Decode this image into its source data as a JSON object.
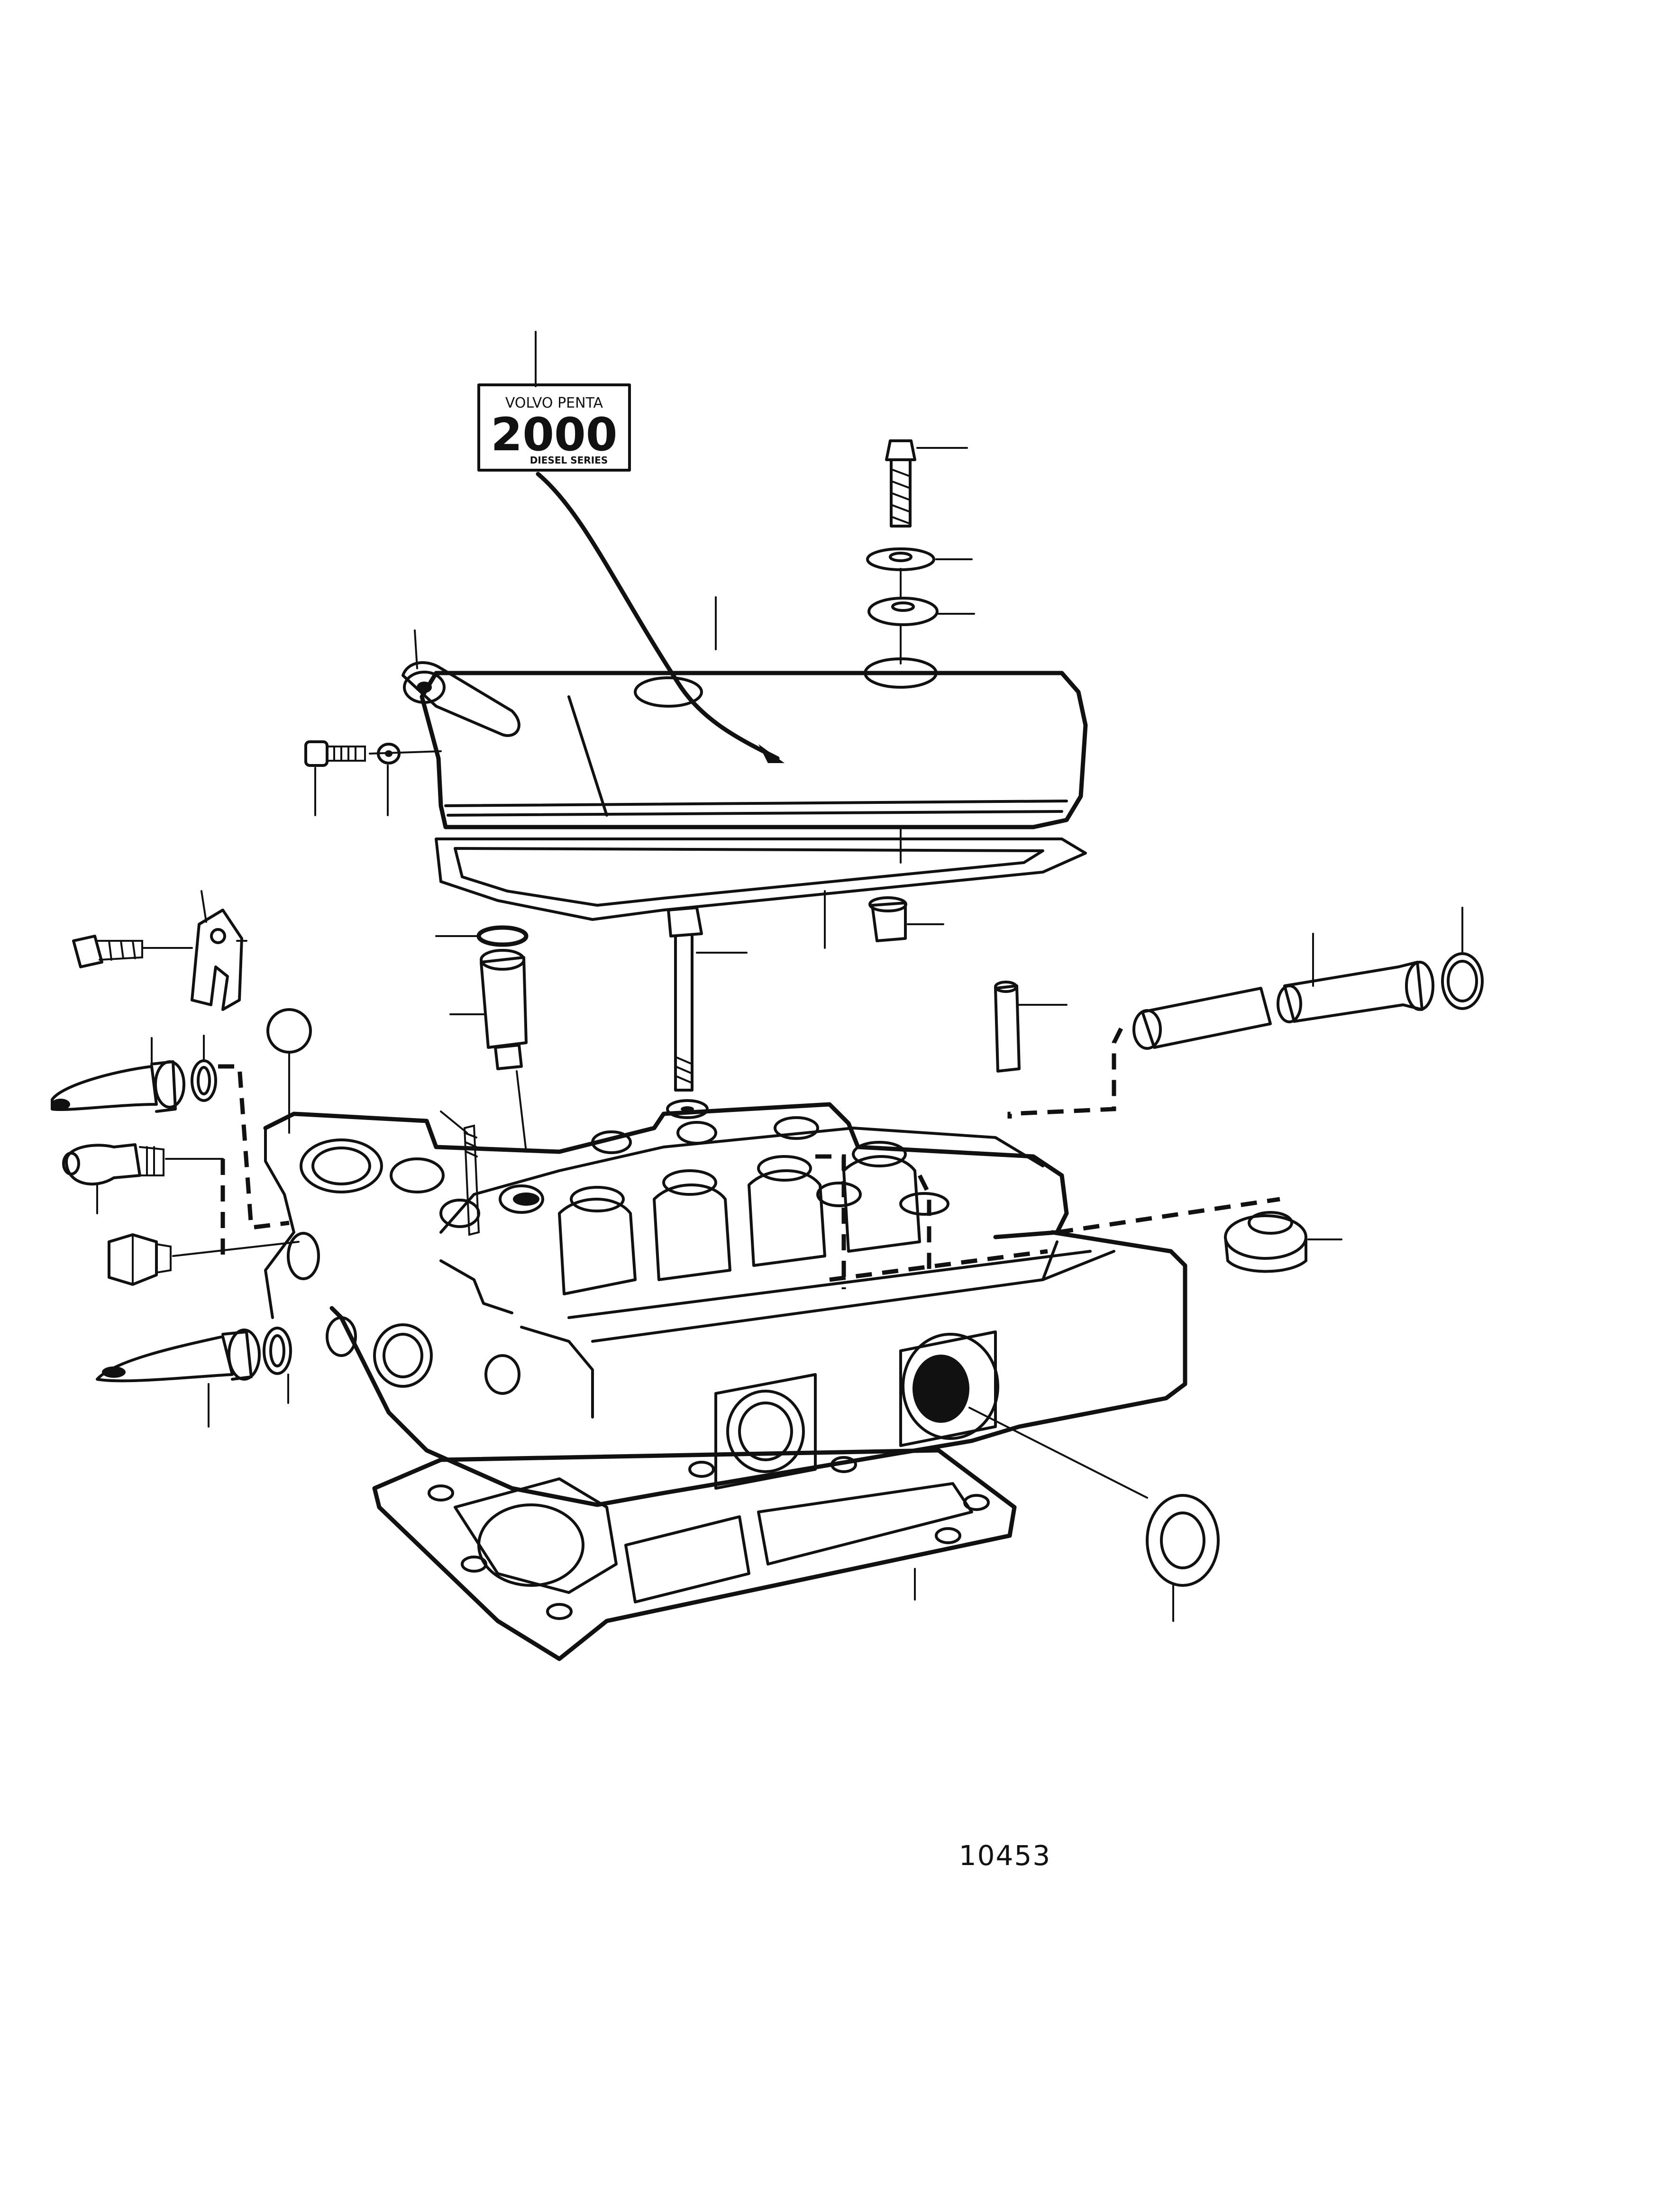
{
  "figure_number": "10453",
  "decal": {
    "brand": "VOLVO PENTA",
    "model": "2000",
    "series": "DIESEL SERIES"
  },
  "colors": {
    "ink": "#111111",
    "paper": "#ffffff"
  }
}
